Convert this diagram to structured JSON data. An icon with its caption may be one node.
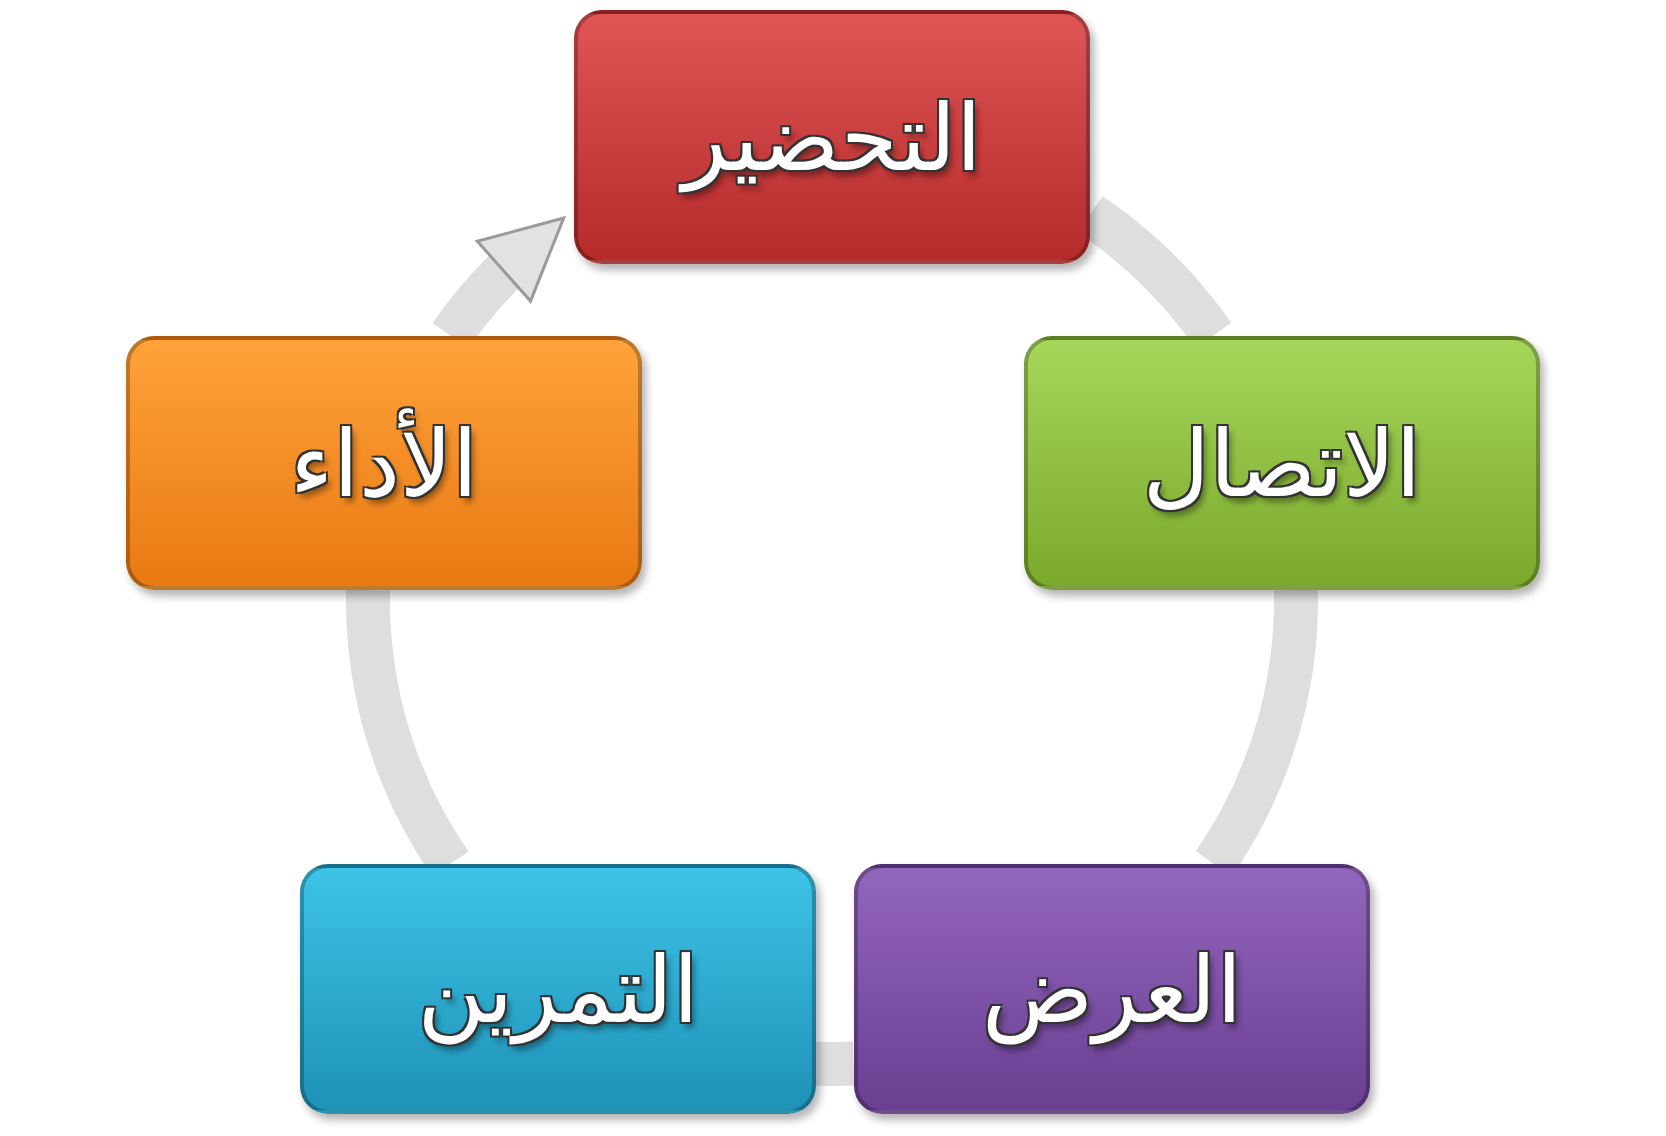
{
  "diagram": {
    "nodes": [
      {
        "text": [
          "التحضير"
        ]
      },
      {
        "text": [
          "الاتصال"
        ]
      },
      {
        "text": [
          "العرض"
        ]
      },
      {
        "text": [
          "التمرين"
        ]
      },
      {
        "text": [
          "الأداء"
        ]
      }
    ],
    "edges": [
      {
        "from": 0,
        "to": 1,
        "arrow": "none"
      },
      {
        "from": 1,
        "to": 2,
        "arrow": "none"
      },
      {
        "from": 2,
        "to": 3,
        "arrow": "none"
      },
      {
        "from": 3,
        "to": 4,
        "arrow": "none"
      },
      {
        "from": 4,
        "to": 0,
        "arrow": "to"
      }
    ]
  }
}
